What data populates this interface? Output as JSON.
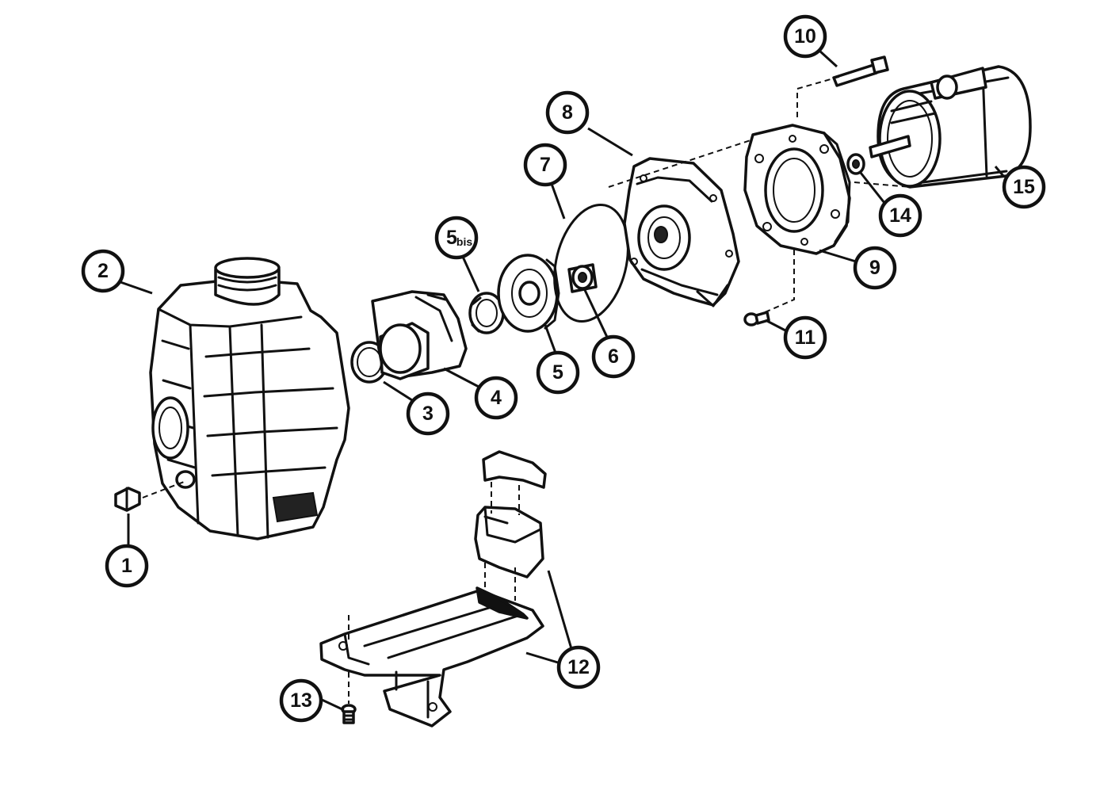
{
  "callouts": [
    {
      "id": "1",
      "label": "1"
    },
    {
      "id": "2",
      "label": "2"
    },
    {
      "id": "3",
      "label": "3"
    },
    {
      "id": "4",
      "label": "4"
    },
    {
      "id": "5",
      "label": "5"
    },
    {
      "id": "5bis",
      "label": "5",
      "sub": "bis"
    },
    {
      "id": "6",
      "label": "6"
    },
    {
      "id": "7",
      "label": "7"
    },
    {
      "id": "8",
      "label": "8"
    },
    {
      "id": "9",
      "label": "9"
    },
    {
      "id": "10",
      "label": "10"
    },
    {
      "id": "11",
      "label": "11"
    },
    {
      "id": "12",
      "label": "12"
    },
    {
      "id": "13",
      "label": "13"
    },
    {
      "id": "14",
      "label": "14"
    },
    {
      "id": "15",
      "label": "15"
    }
  ]
}
